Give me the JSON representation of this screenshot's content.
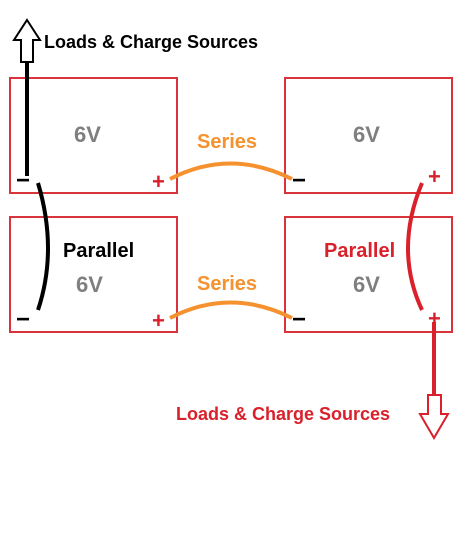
{
  "colors": {
    "battery_border": "#d9343b",
    "black_wire": "#000000",
    "red_wire": "#d9202b",
    "series_wire": "#f5922f",
    "voltage_text": "#7f7f7f"
  },
  "batteries": {
    "top_left": {
      "voltage": "6V",
      "neg": "−",
      "pos": "+"
    },
    "top_right": {
      "voltage": "6V",
      "neg": "−",
      "pos": "+"
    },
    "bottom_left": {
      "voltage": "6V",
      "neg": "−",
      "pos": "+"
    },
    "bottom_right": {
      "voltage": "6V",
      "neg": "−",
      "pos": "+"
    }
  },
  "labels": {
    "loads_top": "Loads & Charge Sources",
    "loads_bottom": "Loads & Charge Sources",
    "series_top": "Series",
    "series_bottom": "Series",
    "parallel_left": "Parallel",
    "parallel_right": "Parallel"
  },
  "icons": {
    "top_arrow": "arrow-up-icon",
    "bottom_arrow": "arrow-down-icon"
  }
}
